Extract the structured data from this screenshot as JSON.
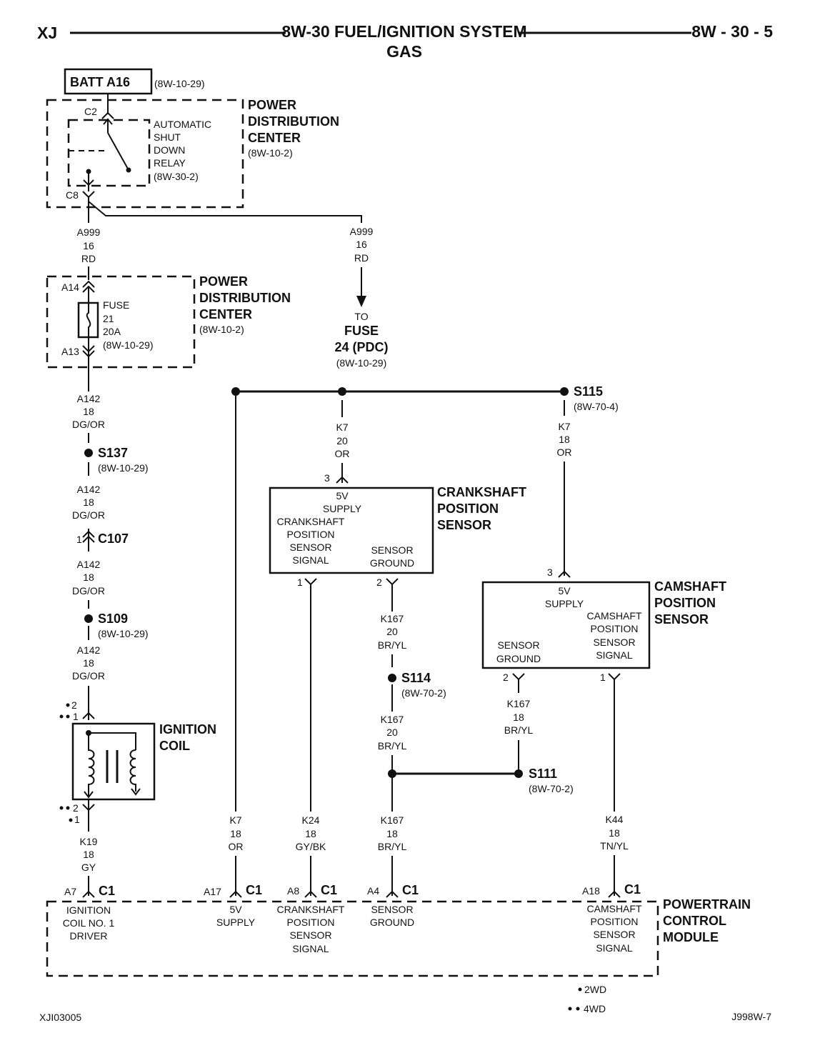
{
  "header": {
    "left": "XJ",
    "title": "8W-30 FUEL/IGNITION SYSTEM",
    "subtitle": "GAS",
    "page": "8W - 30 - 5"
  },
  "batt": {
    "label": "BATT A16",
    "ref": "(8W-10-29)"
  },
  "pdc_top": {
    "name": [
      "POWER",
      "DISTRIBUTION",
      "CENTER"
    ],
    "ref": "(8W-10-2)",
    "c2": "C2",
    "c8": "C8",
    "relay": [
      "AUTOMATIC",
      "SHUT",
      "DOWN",
      "RELAY",
      "(8W-30-2)"
    ]
  },
  "wire_a999_left": [
    "A999",
    "16",
    "RD"
  ],
  "wire_a999_right": [
    "A999",
    "16",
    "RD"
  ],
  "fuse24": {
    "to": "TO",
    "name": [
      "FUSE",
      "24 (PDC)"
    ],
    "ref": "(8W-10-29)"
  },
  "pdc_mid": {
    "name": [
      "POWER",
      "DISTRIBUTION",
      "CENTER"
    ],
    "ref": "(8W-10-2)",
    "a14": "A14",
    "a13": "A13",
    "fuse": [
      "FUSE",
      "21",
      "20A",
      "(8W-10-29)"
    ]
  },
  "wire_a142_1": [
    "A142",
    "18",
    "DG/OR"
  ],
  "s137": {
    "name": "S137",
    "ref": "(8W-10-29)"
  },
  "wire_a142_2": [
    "A142",
    "18",
    "DG/OR"
  ],
  "c107": {
    "pin": "1",
    "name": "C107"
  },
  "wire_a142_3": [
    "A142",
    "18",
    "DG/OR"
  ],
  "s109": {
    "name": "S109",
    "ref": "(8W-10-29)"
  },
  "wire_a142_4": [
    "A142",
    "18",
    "DG/OR"
  ],
  "ign_coil": {
    "name": [
      "IGNITION",
      "COIL"
    ],
    "top_pins": [
      "2",
      "1"
    ],
    "bottom_pins": [
      "2",
      "1"
    ]
  },
  "wire_k19": [
    "K19",
    "18",
    "GY"
  ],
  "s115": {
    "name": "S115",
    "ref": "(8W-70-4)"
  },
  "wire_k7_20": [
    "K7",
    "20",
    "OR"
  ],
  "wire_k7_18_right": [
    "K7",
    "18",
    "OR"
  ],
  "wire_k7_18_left": [
    "K7",
    "18",
    "OR"
  ],
  "crank_sensor": {
    "name": [
      "CRANKSHAFT",
      "POSITION",
      "SENSOR"
    ],
    "pin_top": "3",
    "supply": [
      "5V",
      "SUPPLY"
    ],
    "signal": [
      "CRANKSHAFT",
      "POSITION",
      "SENSOR",
      "SIGNAL"
    ],
    "ground": [
      "SENSOR",
      "GROUND"
    ],
    "pin1": "1",
    "pin2": "2"
  },
  "cam_sensor": {
    "name": [
      "CAMSHAFT",
      "POSITION",
      "SENSOR"
    ],
    "pin_top": "3",
    "supply": [
      "5V",
      "SUPPLY"
    ],
    "signal": [
      "CAMSHAFT",
      "POSITION",
      "SENSOR",
      "SIGNAL"
    ],
    "ground": [
      "SENSOR",
      "GROUND"
    ],
    "pin1": "1",
    "pin2": "2"
  },
  "wire_k167_20_a": [
    "K167",
    "20",
    "BR/YL"
  ],
  "s114": {
    "name": "S114",
    "ref": "(8W-70-2)"
  },
  "wire_k167_20_b": [
    "K167",
    "20",
    "BR/YL"
  ],
  "wire_k167_18_cam": [
    "K167",
    "18",
    "BR/YL"
  ],
  "s111": {
    "name": "S111",
    "ref": "(8W-70-2)"
  },
  "wire_k24": [
    "K24",
    "18",
    "GY/BK"
  ],
  "wire_k167_18_pcm": [
    "K167",
    "18",
    "BR/YL"
  ],
  "wire_k44": [
    "K44",
    "18",
    "TN/YL"
  ],
  "pcm": {
    "name": [
      "POWERTRAIN",
      "CONTROL",
      "MODULE"
    ],
    "conn": "C1",
    "pins": [
      "A7",
      "A17",
      "A8",
      "A4",
      "A18"
    ],
    "labels": [
      [
        "IGNITION",
        "COIL NO. 1",
        "DRIVER"
      ],
      [
        "5V",
        "SUPPLY"
      ],
      [
        "CRANKSHAFT",
        "POSITION",
        "SENSOR",
        "SIGNAL"
      ],
      [
        "SENSOR",
        "GROUND"
      ],
      [
        "CAMSHAFT",
        "POSITION",
        "SENSOR",
        "SIGNAL"
      ]
    ]
  },
  "legend": {
    "one_dot": "2WD",
    "two_dot": "4WD"
  },
  "footer": {
    "left": "XJI03005",
    "right": "J998W-7"
  }
}
